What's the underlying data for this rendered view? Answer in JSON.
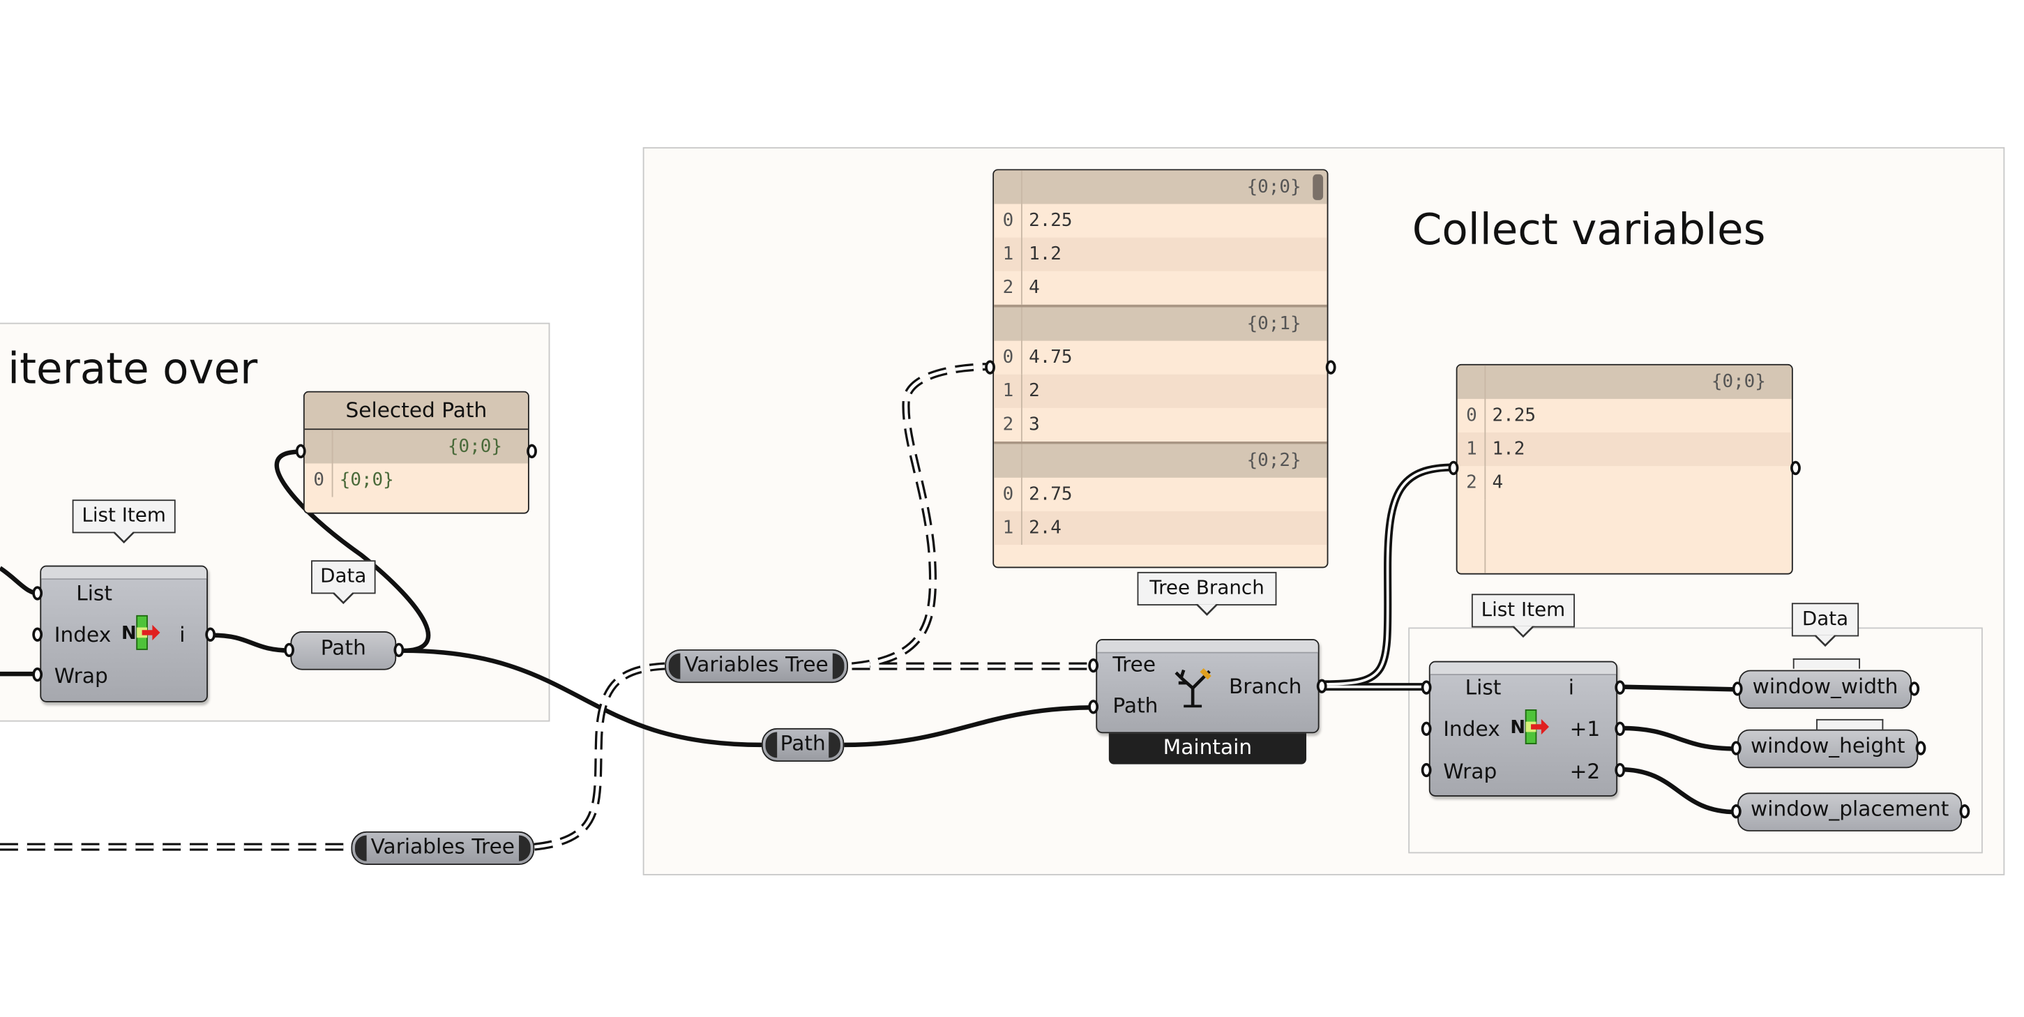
{
  "groups": {
    "left_title": "iterate over",
    "right_title": "Collect variables"
  },
  "tooltips": {
    "list_item_left": "List Item",
    "data_left": "Data",
    "tree_branch": "Tree Branch",
    "list_item_right": "List Item",
    "data_right": "Data"
  },
  "list_item_left": {
    "inputs": [
      "List",
      "Index",
      "Wrap"
    ],
    "output": "i"
  },
  "path_param": "Path",
  "selected_path_panel": {
    "title": "Selected Path",
    "path": "{0;0}",
    "rows": [
      {
        "i": "0",
        "v": "{0;0}"
      }
    ]
  },
  "variables_tree_top": "Variables Tree",
  "variables_tree_bottom": "Variables Tree",
  "path_relay": "Path",
  "big_panel": {
    "branches": [
      {
        "path": "{0;0}",
        "rows": [
          {
            "i": "0",
            "v": "2.25"
          },
          {
            "i": "1",
            "v": "1.2"
          },
          {
            "i": "2",
            "v": "4"
          }
        ]
      },
      {
        "path": "{0;1}",
        "rows": [
          {
            "i": "0",
            "v": "4.75"
          },
          {
            "i": "1",
            "v": "2"
          },
          {
            "i": "2",
            "v": "3"
          }
        ]
      },
      {
        "path": "{0;2}",
        "rows": [
          {
            "i": "0",
            "v": "2.75"
          },
          {
            "i": "1",
            "v": "2.4"
          }
        ]
      }
    ]
  },
  "tree_branch": {
    "inputs": [
      "Tree",
      "Path"
    ],
    "output": "Branch",
    "flag": "Maintain"
  },
  "branch_panel": {
    "path": "{0;0}",
    "rows": [
      {
        "i": "0",
        "v": "2.25"
      },
      {
        "i": "1",
        "v": "1.2"
      },
      {
        "i": "2",
        "v": "4"
      }
    ]
  },
  "list_item_right": {
    "inputs": [
      "List",
      "Index",
      "Wrap"
    ],
    "outputs": [
      "i",
      "+1",
      "+2"
    ]
  },
  "outputs": [
    "window_width",
    "window_height",
    "window_placement"
  ]
}
